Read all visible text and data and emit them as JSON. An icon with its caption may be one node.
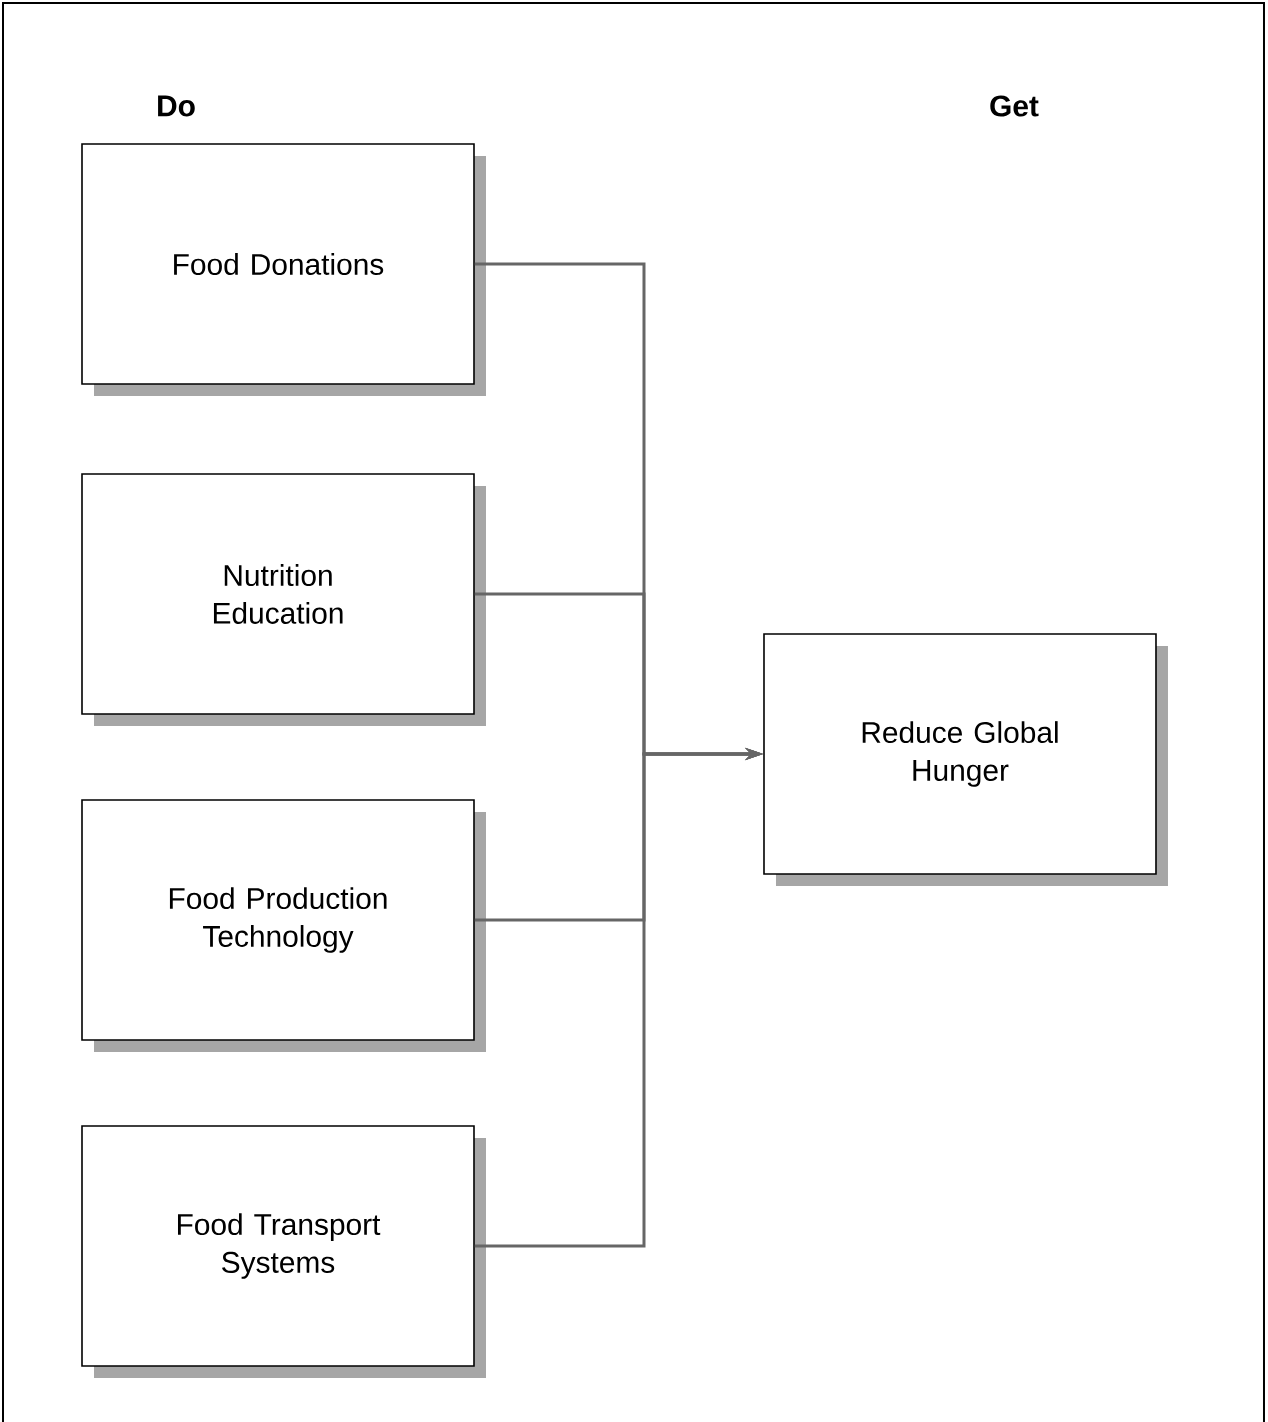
{
  "diagram": {
    "nodes": [
      {
        "text": [
          "Food Donations"
        ]
      },
      {
        "text": [
          "Nutrition Education"
        ]
      },
      {
        "text": [
          "Food Production Technology"
        ]
      },
      {
        "text": [
          "Food Transport Systems"
        ]
      },
      {
        "text": [
          "Reduce Global Hunger"
        ]
      }
    ],
    "edges": [
      {
        "from": 0,
        "to": 4,
        "arrow": "to"
      },
      {
        "from": 1,
        "to": 4,
        "arrow": "to"
      },
      {
        "from": 2,
        "to": 4,
        "arrow": "to"
      },
      {
        "from": 3,
        "to": 4,
        "arrow": "to"
      }
    ],
    "labels": [
      "Do",
      "Get"
    ]
  }
}
